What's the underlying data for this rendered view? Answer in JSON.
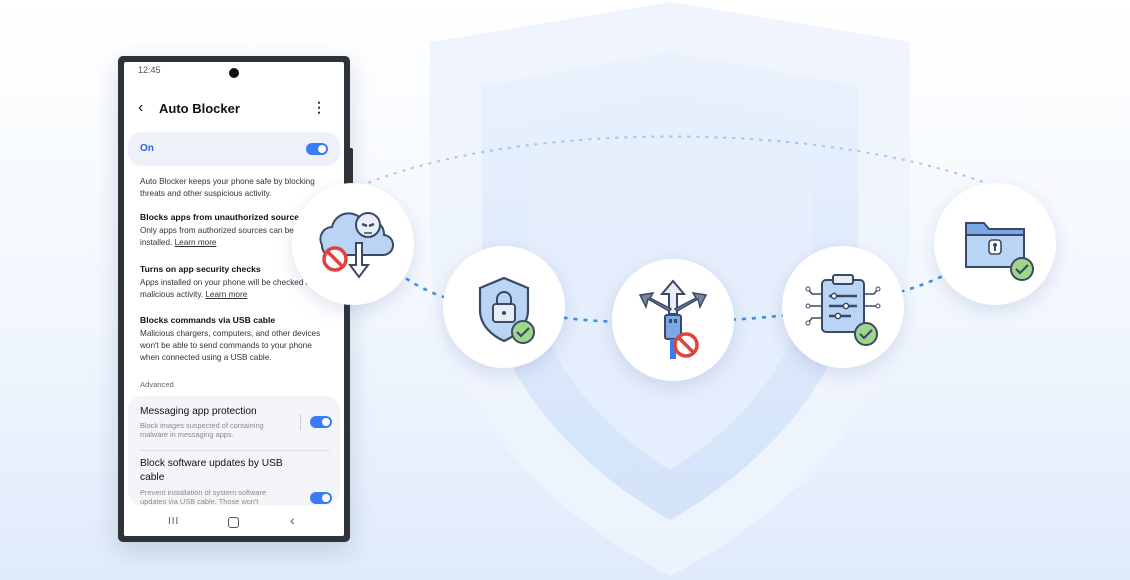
{
  "phone": {
    "status_time": "12:45",
    "title": "Auto Blocker",
    "back_icon": "chevron-left-icon",
    "more_icon": "more-vert-icon",
    "master_toggle": {
      "label": "On",
      "checked": true
    },
    "intro": [
      "Auto Blocker keeps your phone safe by blocking",
      "threats and other suspicious activity."
    ],
    "features": [
      {
        "title": "Blocks apps from unauthorized sources",
        "lines": [
          "Only apps from authorized sources can be",
          "installed."
        ],
        "link": "Learn more"
      },
      {
        "title": "Turns on app security checks",
        "lines": [
          "Apps installed on your phone will be checked for",
          "malicious activity."
        ],
        "link": "Learn more"
      },
      {
        "title": "Blocks commands via USB cable",
        "lines": [
          "Malicious chargers, computers, and other devices",
          "won't be able to send commands to your phone",
          "when connected using a USB cable."
        ]
      }
    ],
    "advanced_label": "Advanced",
    "settings": [
      {
        "title": "Messaging app protection",
        "sub": [
          "Block images suspected of containing",
          "malware in messaging apps."
        ],
        "checked": true
      },
      {
        "title_lines": [
          "Block software updates by USB",
          "cable"
        ],
        "sub": [
          "Prevent installation of system software",
          "updates via USB cable. Those won't"
        ],
        "checked": true
      }
    ],
    "nav": {
      "recent_label": "III",
      "home_icon": "home-icon",
      "back_icon": "nav-back-icon"
    }
  },
  "accent_color": "#3a7bf6",
  "feature_icons": [
    "cloud-download-blocked-icon",
    "shield-lock-check-icon",
    "usb-blocked-icon",
    "clipboard-security-check-icon",
    "locked-folder-check-icon"
  ]
}
